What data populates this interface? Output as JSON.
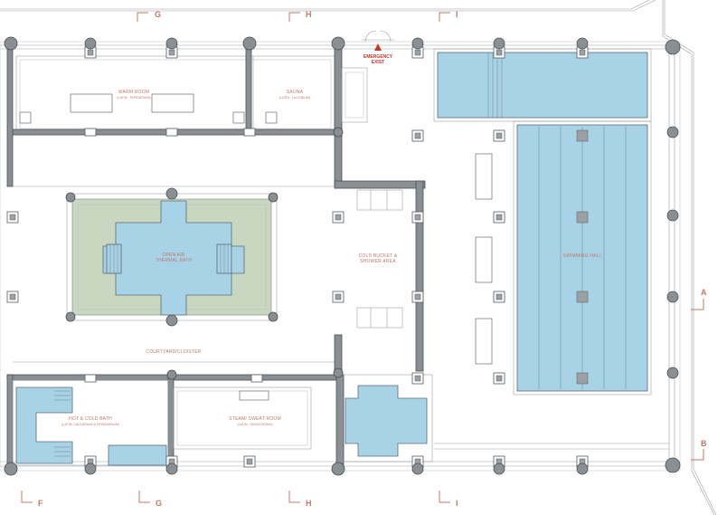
{
  "grid_labels": {
    "top": [
      "G",
      "H",
      "I"
    ],
    "bottom": [
      "F",
      "G",
      "H",
      "I"
    ],
    "right": [
      "A",
      "B"
    ]
  },
  "rooms": {
    "warm_room": {
      "name": "WARM ROOM",
      "latin": "(LATIN : TEPIDARIUM)"
    },
    "sauna": {
      "name": "SAUNA",
      "latin": "(LATIN : LACONIUM)"
    },
    "open_air": {
      "line1": "OPEN AIR",
      "line2": "THERMAL BATH"
    },
    "cold_bucket": {
      "line1": "COLD BUCKET &",
      "line2": "SHOWER AREA"
    },
    "swimming_hall": {
      "name": "SWIMMING HALL"
    },
    "courtyard": {
      "name": "COURTYARD/CLOISTER"
    },
    "hot_cold_bath": {
      "name": "HOT & COLD BATH",
      "latin": "(LATIN: CALDARIUM & FRIGIDARIUM)"
    },
    "steam_room": {
      "name": "STEAM/ SWEAT ROOM",
      "latin": "(LATIN : SUDATORIUM)"
    }
  },
  "exit": {
    "line1": "EMERGENCY",
    "line2": "EXIST"
  },
  "colors": {
    "pool": "#a8d3e6",
    "garden": "#c9d6c0",
    "wall": "#8a8f94",
    "label": "#c07a6a",
    "exit": "#c0392b"
  }
}
